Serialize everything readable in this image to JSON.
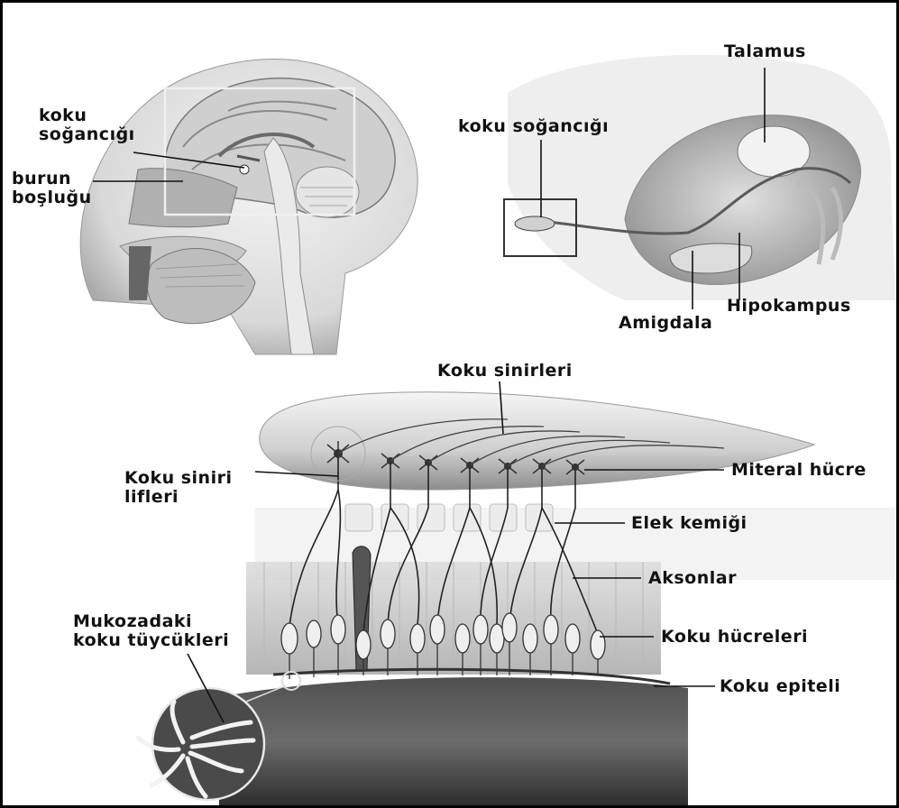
{
  "labels": {
    "koku_sogancigi_left": "koku\nsoğancığı",
    "burun_boslugu": "burun\nboşluğu",
    "talamus": "Talamus",
    "koku_sogancigi_right": "koku soğancığı",
    "hipokampus": "Hipokampus",
    "amigdala": "Amigdala",
    "koku_sinirleri": "Koku sinirleri",
    "koku_siniri_lifleri": "Koku siniri\nlifleri",
    "miteral_hucre": "Miteral hücre",
    "elek_kemigi": "Elek kemiği",
    "aksonlar": "Aksonlar",
    "mukozadaki": "Mukozadaki\nkoku tüycükleri",
    "koku_hucreleri": "Koku hücreleri",
    "koku_epiteli": "Koku epiteli"
  },
  "colors": {
    "ink": "#111111",
    "tissue_light": "#e6e6e6",
    "tissue_mid": "#bdbdbd",
    "tissue_dark": "#6e6e6e"
  }
}
